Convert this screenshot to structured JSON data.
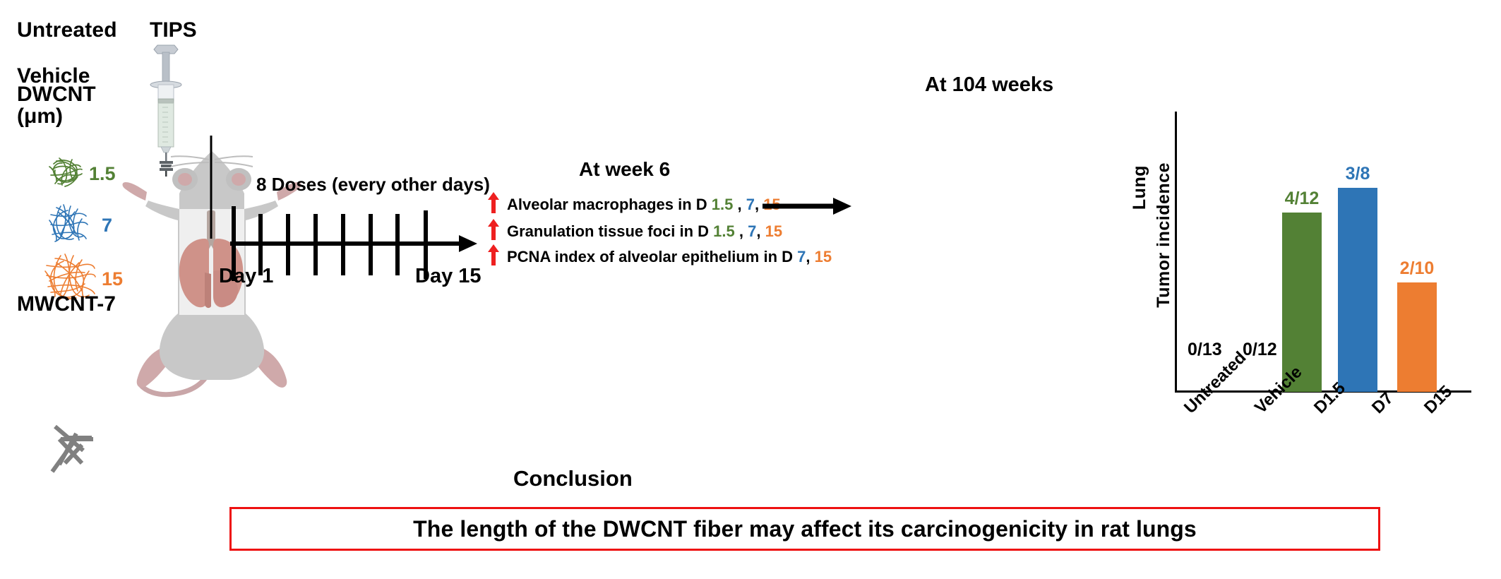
{
  "legend": {
    "untreated": "Untreated",
    "vehicle": "Vehicle",
    "dwcnt": "DWCNT",
    "dwcnt_units": "(μm)",
    "fibers": [
      {
        "length": "1.5",
        "color": "#538135",
        "icon": "tangled-fiber-icon"
      },
      {
        "length": "7",
        "color": "#2E75B6",
        "icon": "tangled-fiber-icon"
      },
      {
        "length": "15",
        "color": "#ED7D31",
        "icon": "tangled-fiber-icon"
      }
    ],
    "mwcnt": "MWCNT-7",
    "mwcnt_icon": "straight-fiber-cluster-icon",
    "mwcnt_color": "#808080"
  },
  "administration": {
    "tips_label": "TIPS",
    "syringe_icon": "syringe-icon",
    "animal_icon": "rat-with-lungs-icon"
  },
  "timeline": {
    "doses_label": "8 Doses (every other days)",
    "day_start": "Day 1",
    "day_end": "Day 15",
    "tick_count": 8
  },
  "week6": {
    "title": "At week 6",
    "arrow_icon": "red-up-arrow-icon",
    "findings": [
      {
        "prefix": "Alveolar macrophages in D ",
        "doses": [
          {
            "text": "1.5",
            "color": "#538135"
          },
          {
            "text": " , ",
            "color": "#000000"
          },
          {
            "text": "7",
            "color": "#2E75B6"
          },
          {
            "text": ", ",
            "color": "#000000"
          },
          {
            "text": "15",
            "color": "#ED7D31"
          }
        ]
      },
      {
        "prefix": "Granulation tissue foci in D ",
        "doses": [
          {
            "text": "1.5",
            "color": "#538135"
          },
          {
            "text": " , ",
            "color": "#000000"
          },
          {
            "text": "7",
            "color": "#2E75B6"
          },
          {
            "text": ", ",
            "color": "#000000"
          },
          {
            "text": "15",
            "color": "#ED7D31"
          }
        ]
      },
      {
        "prefix": "PCNA index of alveolar epithelium in D ",
        "doses": [
          {
            "text": "7",
            "color": "#2E75B6"
          },
          {
            "text": ", ",
            "color": "#000000"
          },
          {
            "text": "15",
            "color": "#ED7D31"
          }
        ]
      }
    ],
    "flow_arrow_icon": "black-right-arrow-icon"
  },
  "chart_data": {
    "type": "bar",
    "title": "At 104 weeks",
    "ylabel_line1": "Lung",
    "ylabel_line2": "Tumor incidence",
    "xlabel": "",
    "grid": false,
    "legend": "none",
    "categories": [
      "Untreated",
      "Vehicle",
      "D1.5",
      "D7",
      "D15"
    ],
    "labels": [
      "0/13",
      "0/12",
      "4/12",
      "3/8",
      "2/10"
    ],
    "values": [
      0,
      0,
      33.3,
      37.5,
      20.0
    ],
    "value_unit": "% incidence",
    "ylim": [
      0,
      40
    ],
    "colors": [
      "#000000",
      "#000000",
      "#538135",
      "#2E75B6",
      "#ED7D31"
    ],
    "bars": [
      {
        "category": "Untreated",
        "label": "0/13",
        "value": 0,
        "color": "#000000",
        "drawn": false
      },
      {
        "category": "Vehicle",
        "label": "0/12",
        "value": 0,
        "color": "#000000",
        "drawn": false
      },
      {
        "category": "D1.5",
        "label": "4/12",
        "value": 33.3,
        "color": "#538135",
        "drawn": true
      },
      {
        "category": "D7",
        "label": "3/8",
        "value": 37.5,
        "color": "#2E75B6",
        "drawn": true
      },
      {
        "category": "D15",
        "label": "2/10",
        "value": 20.0,
        "color": "#ED7D31",
        "drawn": true
      }
    ]
  },
  "conclusion": {
    "title": "Conclusion",
    "text": "The length of the DWCNT fiber may affect its carcinogenicity in rat lungs",
    "border_color": "#ee1111"
  }
}
